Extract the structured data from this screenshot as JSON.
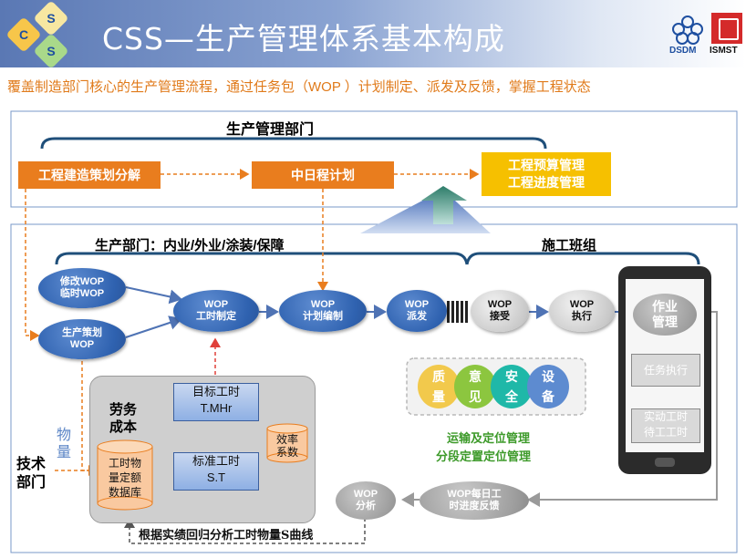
{
  "header": {
    "title": "CSS—生产管理体系基本构成",
    "logo_letters": [
      "C",
      "S",
      "S"
    ],
    "brand_left": "DSDM",
    "brand_right": "ISMST"
  },
  "subtitle": "覆盖制造部门核心的生产管理流程，通过任务包（WOP ）计划制定、派发及反馈，掌握工程状态",
  "top_section": {
    "heading": "生产管理部门",
    "box1": "工程建造策划分解",
    "box2": "中日程计划",
    "box3_line1": "工程预算管理",
    "box3_line2": "工程进度管理"
  },
  "bottom_section": {
    "heading_left": "生产部门：内业/外业/涂装/保障",
    "heading_right": "施工班组"
  },
  "circles": {
    "modify_l1": "修改WOP",
    "modify_l2": "临时WOP",
    "plan_l1": "生产策划",
    "plan_l2": "WOP",
    "hours_l1": "WOP",
    "hours_l2": "工时制定",
    "compile_l1": "WOP",
    "compile_l2": "计划编制",
    "dispatch_l1": "WOP",
    "dispatch_l2": "派发",
    "receive_l1": "WOP",
    "receive_l2": "接受",
    "execute_l1": "WOP",
    "execute_l2": "执行",
    "analysis_l1": "WOP",
    "analysis_l2": "分析",
    "feedback_l1": "WOP每日工",
    "feedback_l2": "时进度反馈"
  },
  "labor": {
    "label_l1": "劳务",
    "label_l2": "成本",
    "target_l1": "目标工时",
    "target_l2": "T.MHr",
    "standard_l1": "标准工时",
    "standard_l2": "S.T",
    "efficiency_l1": "效率",
    "efficiency_l2": "系数",
    "database_l1": "工时物",
    "database_l2": "量定额",
    "database_l3": "数据库"
  },
  "tech_dept": {
    "material_l1": "物",
    "material_l2": "量",
    "dept_l1": "技术",
    "dept_l2": "部门"
  },
  "quality": {
    "c1_l1": "质",
    "c1_l2": "量",
    "c2_l1": "意",
    "c2_l2": "见",
    "c3_l1": "安",
    "c3_l2": "全",
    "c4_l1": "设",
    "c4_l2": "备",
    "line1": "运输及定位管理",
    "line2": "分段定置定位管理"
  },
  "phone": {
    "work_l1": "作业",
    "work_l2": "管理",
    "task": "任务执行",
    "hours_l1": "实动工时",
    "hours_l2": "待工工时"
  },
  "regression_note": "根据实绩回归分析工时物量S曲线",
  "colors": {
    "orange": "#e97d1e",
    "yellow": "#f6c000",
    "blue": "#2f62b0",
    "red_arrow": "#e0403a",
    "green_text": "#3d9a2a"
  }
}
